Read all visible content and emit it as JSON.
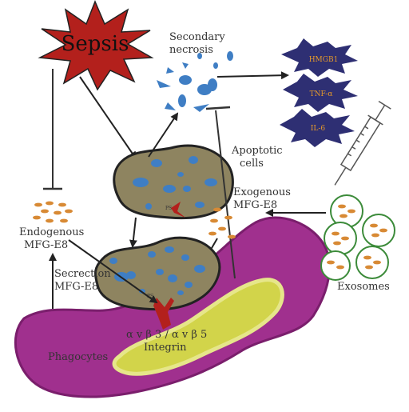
{
  "sepsis": "Sepsis",
  "secondary_necrosis": [
    "Secondary",
    "necrosis"
  ],
  "cytokines": [
    "HMGB1",
    "TNF-α",
    "IL-6"
  ],
  "apoptotic_cells": [
    "Apoptotic",
    "cells"
  ],
  "exogenous": [
    "Exogenous",
    "MFG-E8"
  ],
  "endogenous": [
    "Endogenous",
    "MFG-E8"
  ],
  "secrection": [
    "Secrection",
    "MFG-E8"
  ],
  "exosomes": "Exosomes",
  "integrin": [
    "α v β 3 / α v β 5",
    "Integrin"
  ],
  "phagocytes": "Phagocytes",
  "ps_label": "PS",
  "colors": {
    "sepsis_fill": "#b3201c",
    "cytokine_fill": "#2e2f73",
    "cell_fill": "#8e8460",
    "nucleus": "#3f7ec4",
    "phagocyte_fill": "#a0308e",
    "phagocyte_inner": "#d2d44a",
    "mfg_e8": "#d88a35",
    "exosome_ring": "#3c8b3a",
    "receptor": "#b3201c"
  }
}
